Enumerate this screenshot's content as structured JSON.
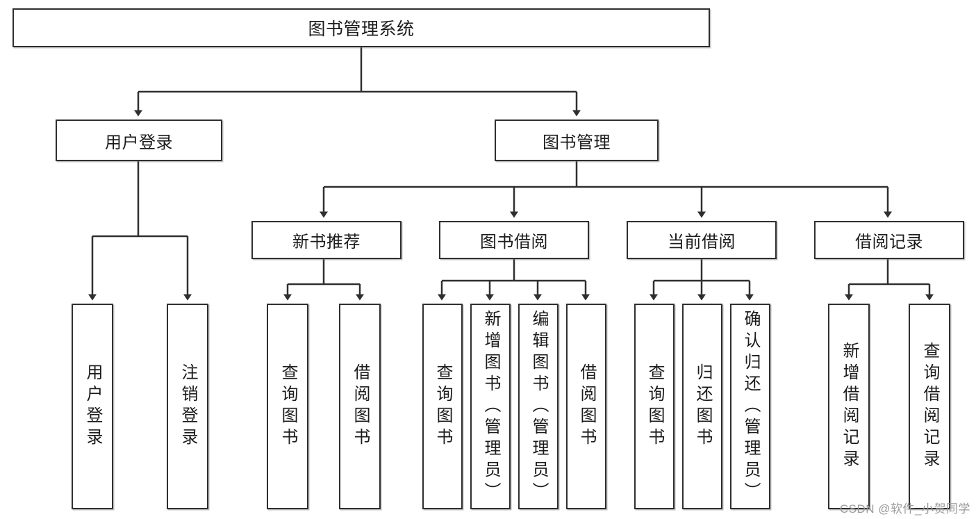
{
  "diagram": {
    "title": "图书管理系统",
    "watermark": "CSDN @软件_小贺同学",
    "accent_color": "#2f2f2f",
    "background_color": "#ffffff",
    "nodes": {
      "root": "图书管理系统",
      "level2": {
        "user_login": "用户登录",
        "book_manage": "图书管理"
      },
      "level3": {
        "new_book_recommend": "新书推荐",
        "book_borrow": "图书借阅",
        "current_borrow": "当前借阅",
        "borrow_record": "借阅记录"
      },
      "leaves": {
        "user_login_child_1": "用户登录",
        "user_login_child_2": "注销登录",
        "recommend_child_1": "查询图书",
        "recommend_child_2": "借阅图书",
        "borrow_child_1": "查询图书",
        "borrow_child_2": "新增图书（管理员）",
        "borrow_child_3": "编辑图书（管理员）",
        "borrow_child_4": "借阅图书",
        "current_child_1": "查询图书",
        "current_child_2": "归还图书",
        "current_child_3": "确认归还（管理员）",
        "record_child_1": "新增借阅记录",
        "record_child_2": "查询借阅记录"
      }
    }
  }
}
